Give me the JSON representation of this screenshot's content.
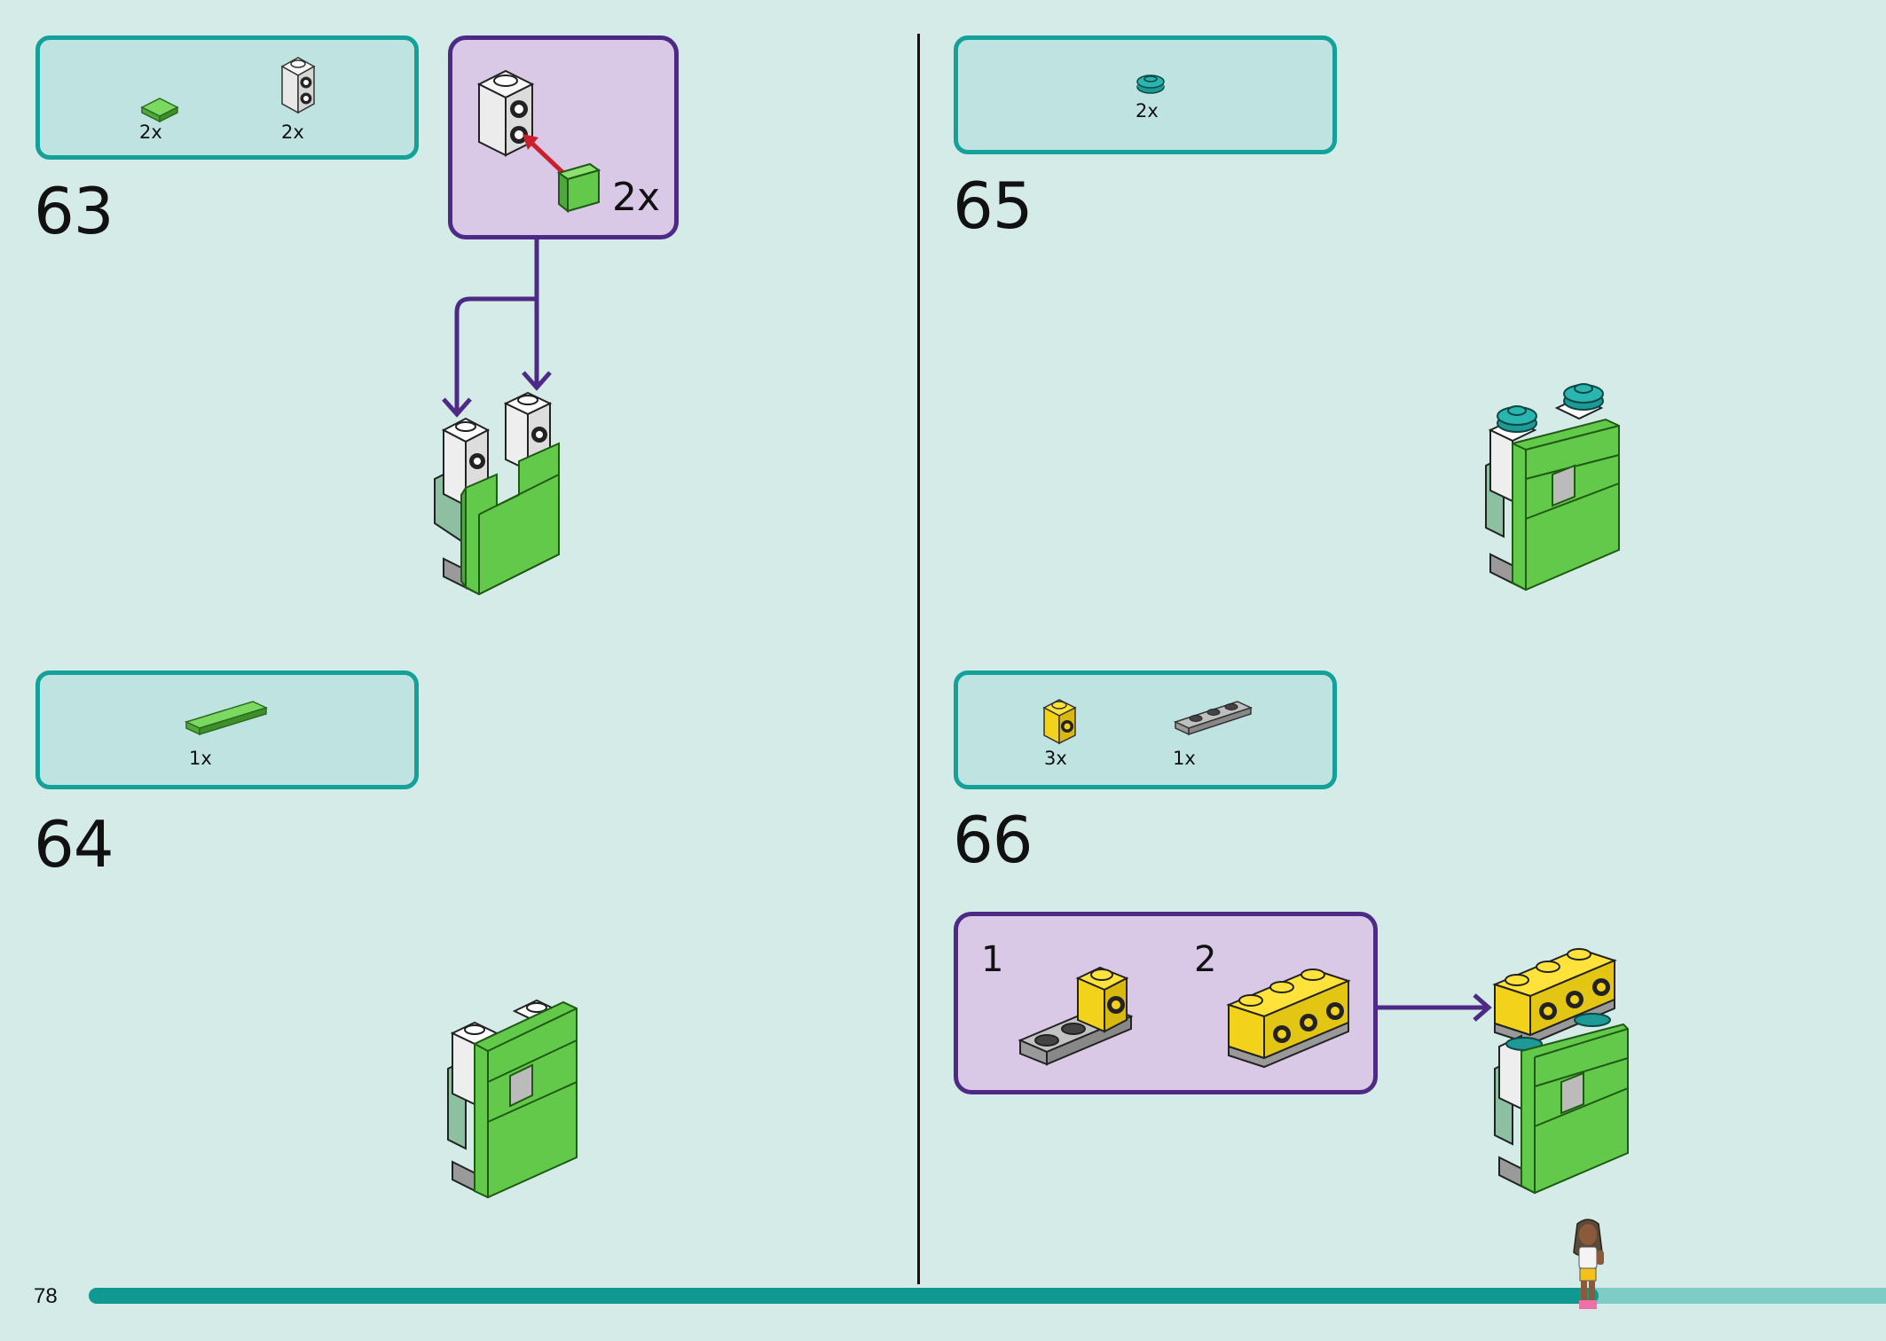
{
  "page": {
    "number": "78",
    "progress_fraction": 0.84
  },
  "steps": [
    {
      "number": "63",
      "parts": [
        {
          "qty": "2x",
          "part": "green-tile-1x1"
        },
        {
          "qty": "2x",
          "part": "white-brick-1x1-studs-side"
        }
      ],
      "callout_qty": "2x"
    },
    {
      "number": "64",
      "parts": [
        {
          "qty": "1x",
          "part": "green-tile-1x4"
        }
      ]
    },
    {
      "number": "65",
      "parts": [
        {
          "qty": "2x",
          "part": "teal-round-plate-1x1"
        }
      ]
    },
    {
      "number": "66",
      "parts": [
        {
          "qty": "3x",
          "part": "yellow-brick-1x1-stud-side"
        },
        {
          "qty": "1x",
          "part": "grey-plate-1x3"
        }
      ],
      "substeps": [
        "1",
        "2"
      ]
    }
  ],
  "colors": {
    "background": "#d4ebe8",
    "parts_box_fill": "#bfe3e0",
    "parts_box_border": "#14a19a",
    "callout_fill": "#d9c8e6",
    "callout_border": "#4c2a86",
    "brick_green": "#63c94a",
    "brick_yellow": "#f2d21b",
    "brick_teal": "#1d9a96",
    "arrow_red": "#cc1f2d",
    "progress": "#109990"
  }
}
